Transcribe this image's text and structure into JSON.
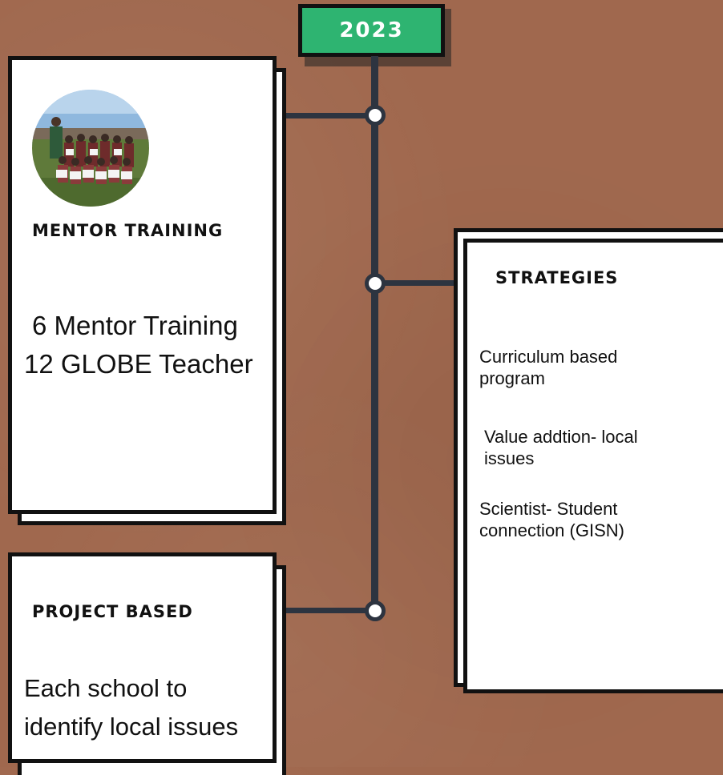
{
  "year": "2023",
  "mentor_card": {
    "heading": "MENTOR TRAINING",
    "line1": "6 Mentor Training",
    "line2": "12 GLOBE Teacher"
  },
  "strategies_card": {
    "heading": "STRATEGIES",
    "items": [
      {
        "line1": "Curriculum based",
        "line2": "program"
      },
      {
        "line1": "Value addtion- local",
        "line2": "issues"
      },
      {
        "line1": "Scientist- Student",
        "line2": "connection  (GISN)"
      }
    ]
  },
  "project_card": {
    "heading": "PROJECT BASED",
    "line1": "Each school to",
    "line2": "identify local issues"
  },
  "colors": {
    "background": "#a0684e",
    "year_tag": "#2eb471",
    "timeline": "#2d3440"
  }
}
